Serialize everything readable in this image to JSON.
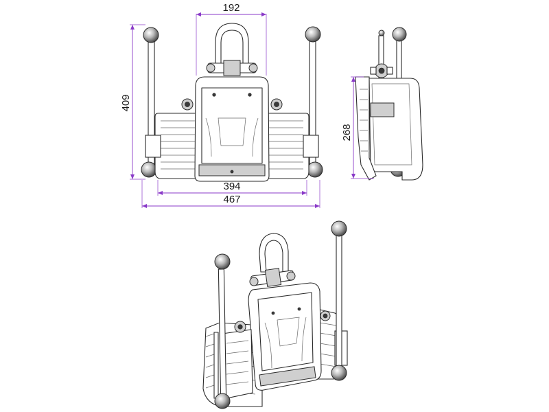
{
  "dimensions": {
    "shackle_width": "192",
    "overall_height": "409",
    "side_height": "268",
    "body_width": "394",
    "overall_width": "467"
  },
  "colors": {
    "dimension_line": "#8a3ac8",
    "outline": "#2b2b2b"
  }
}
